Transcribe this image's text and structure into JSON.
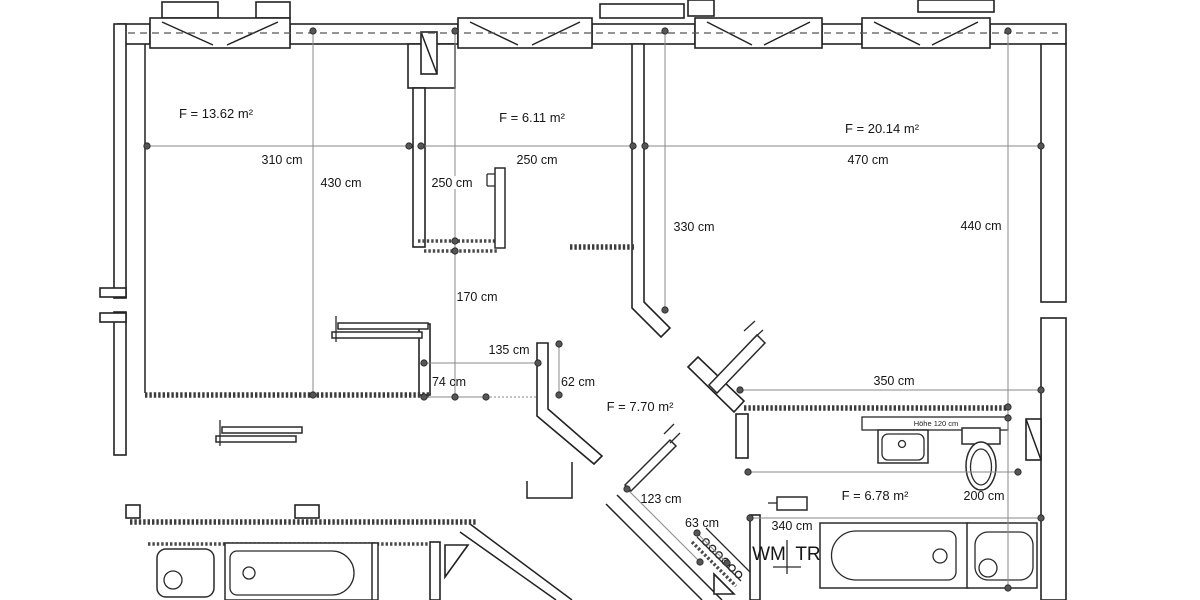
{
  "rooms": {
    "room1": "F = 13.62 m²",
    "room2": "F = 6.11 m²",
    "room3": "F = 20.14 m²",
    "hall": "F = 7.70 m²",
    "bath": "F = 6.78 m²"
  },
  "dims": {
    "w310": "310 cm",
    "v430": "430 cm",
    "w250": "250 cm",
    "v250": "250 cm",
    "w470": "470 cm",
    "v330": "330 cm",
    "v440": "440 cm",
    "v170": "170 cm",
    "w135": "135 cm",
    "w74": "74 cm",
    "v62": "62 cm",
    "w350": "350 cm",
    "d123": "123 cm",
    "d63": "63 cm",
    "w340": "340 cm",
    "v200": "200 cm",
    "shelf": "Höhe 120 cm"
  },
  "appliances": {
    "wm": "WM",
    "tr": "TR"
  }
}
